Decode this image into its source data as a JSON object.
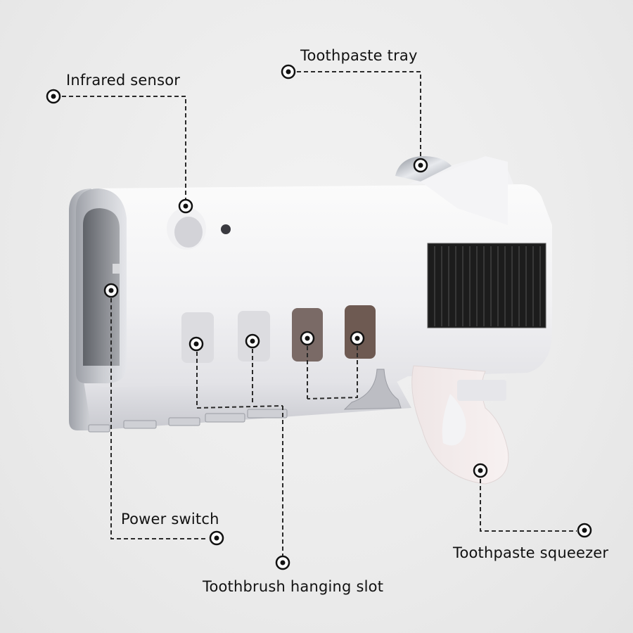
{
  "diagram": {
    "subject": "Wall-mounted UV toothbrush holder with toothpaste dispenser",
    "background_color": "#ececec",
    "callout_color": "#111111",
    "callouts": [
      {
        "id": "infrared-sensor",
        "label": "Infrared sensor"
      },
      {
        "id": "toothpaste-tray",
        "label": "Toothpaste tray"
      },
      {
        "id": "power-switch",
        "label": "Power switch"
      },
      {
        "id": "toothbrush-hanging-slot",
        "label": "Toothbrush hanging slot"
      },
      {
        "id": "toothpaste-squeezer",
        "label": "Toothpaste squeezer"
      }
    ],
    "components": {
      "solar_panel": {
        "color": "#1c1c1c",
        "stripes": 16
      },
      "brush_slots": 4,
      "hooks": 5
    }
  }
}
